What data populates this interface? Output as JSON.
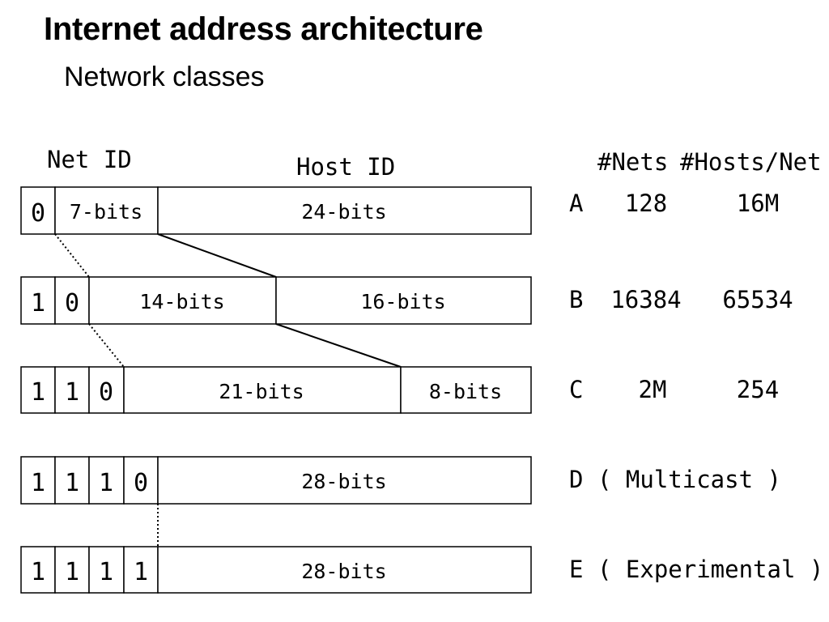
{
  "slide": {
    "title": "Internet address architecture",
    "subtitle": "Network classes"
  },
  "diagram": {
    "headers": {
      "net_id": "Net ID",
      "host_id": "Host ID",
      "nets": "#Nets",
      "hosts_per_net": "#Hosts/Net"
    },
    "rows": [
      {
        "prefix_bits": [
          "0"
        ],
        "fields": [
          "7-bits",
          "24-bits"
        ],
        "class": "A",
        "nets": "128",
        "hosts": "16M",
        "note": ""
      },
      {
        "prefix_bits": [
          "1",
          "0"
        ],
        "fields": [
          "14-bits",
          "16-bits"
        ],
        "class": "B",
        "nets": "16384",
        "hosts": "65534",
        "note": ""
      },
      {
        "prefix_bits": [
          "1",
          "1",
          "0"
        ],
        "fields": [
          "21-bits",
          "8-bits"
        ],
        "class": "C",
        "nets": "2M",
        "hosts": "254",
        "note": ""
      },
      {
        "prefix_bits": [
          "1",
          "1",
          "1",
          "0"
        ],
        "fields": [
          "28-bits"
        ],
        "class": "D",
        "nets": "",
        "hosts": "",
        "note": "( Multicast )"
      },
      {
        "prefix_bits": [
          "1",
          "1",
          "1",
          "1"
        ],
        "fields": [
          "28-bits"
        ],
        "class": "E",
        "nets": "",
        "hosts": "",
        "note": "( Experimental )"
      }
    ]
  }
}
